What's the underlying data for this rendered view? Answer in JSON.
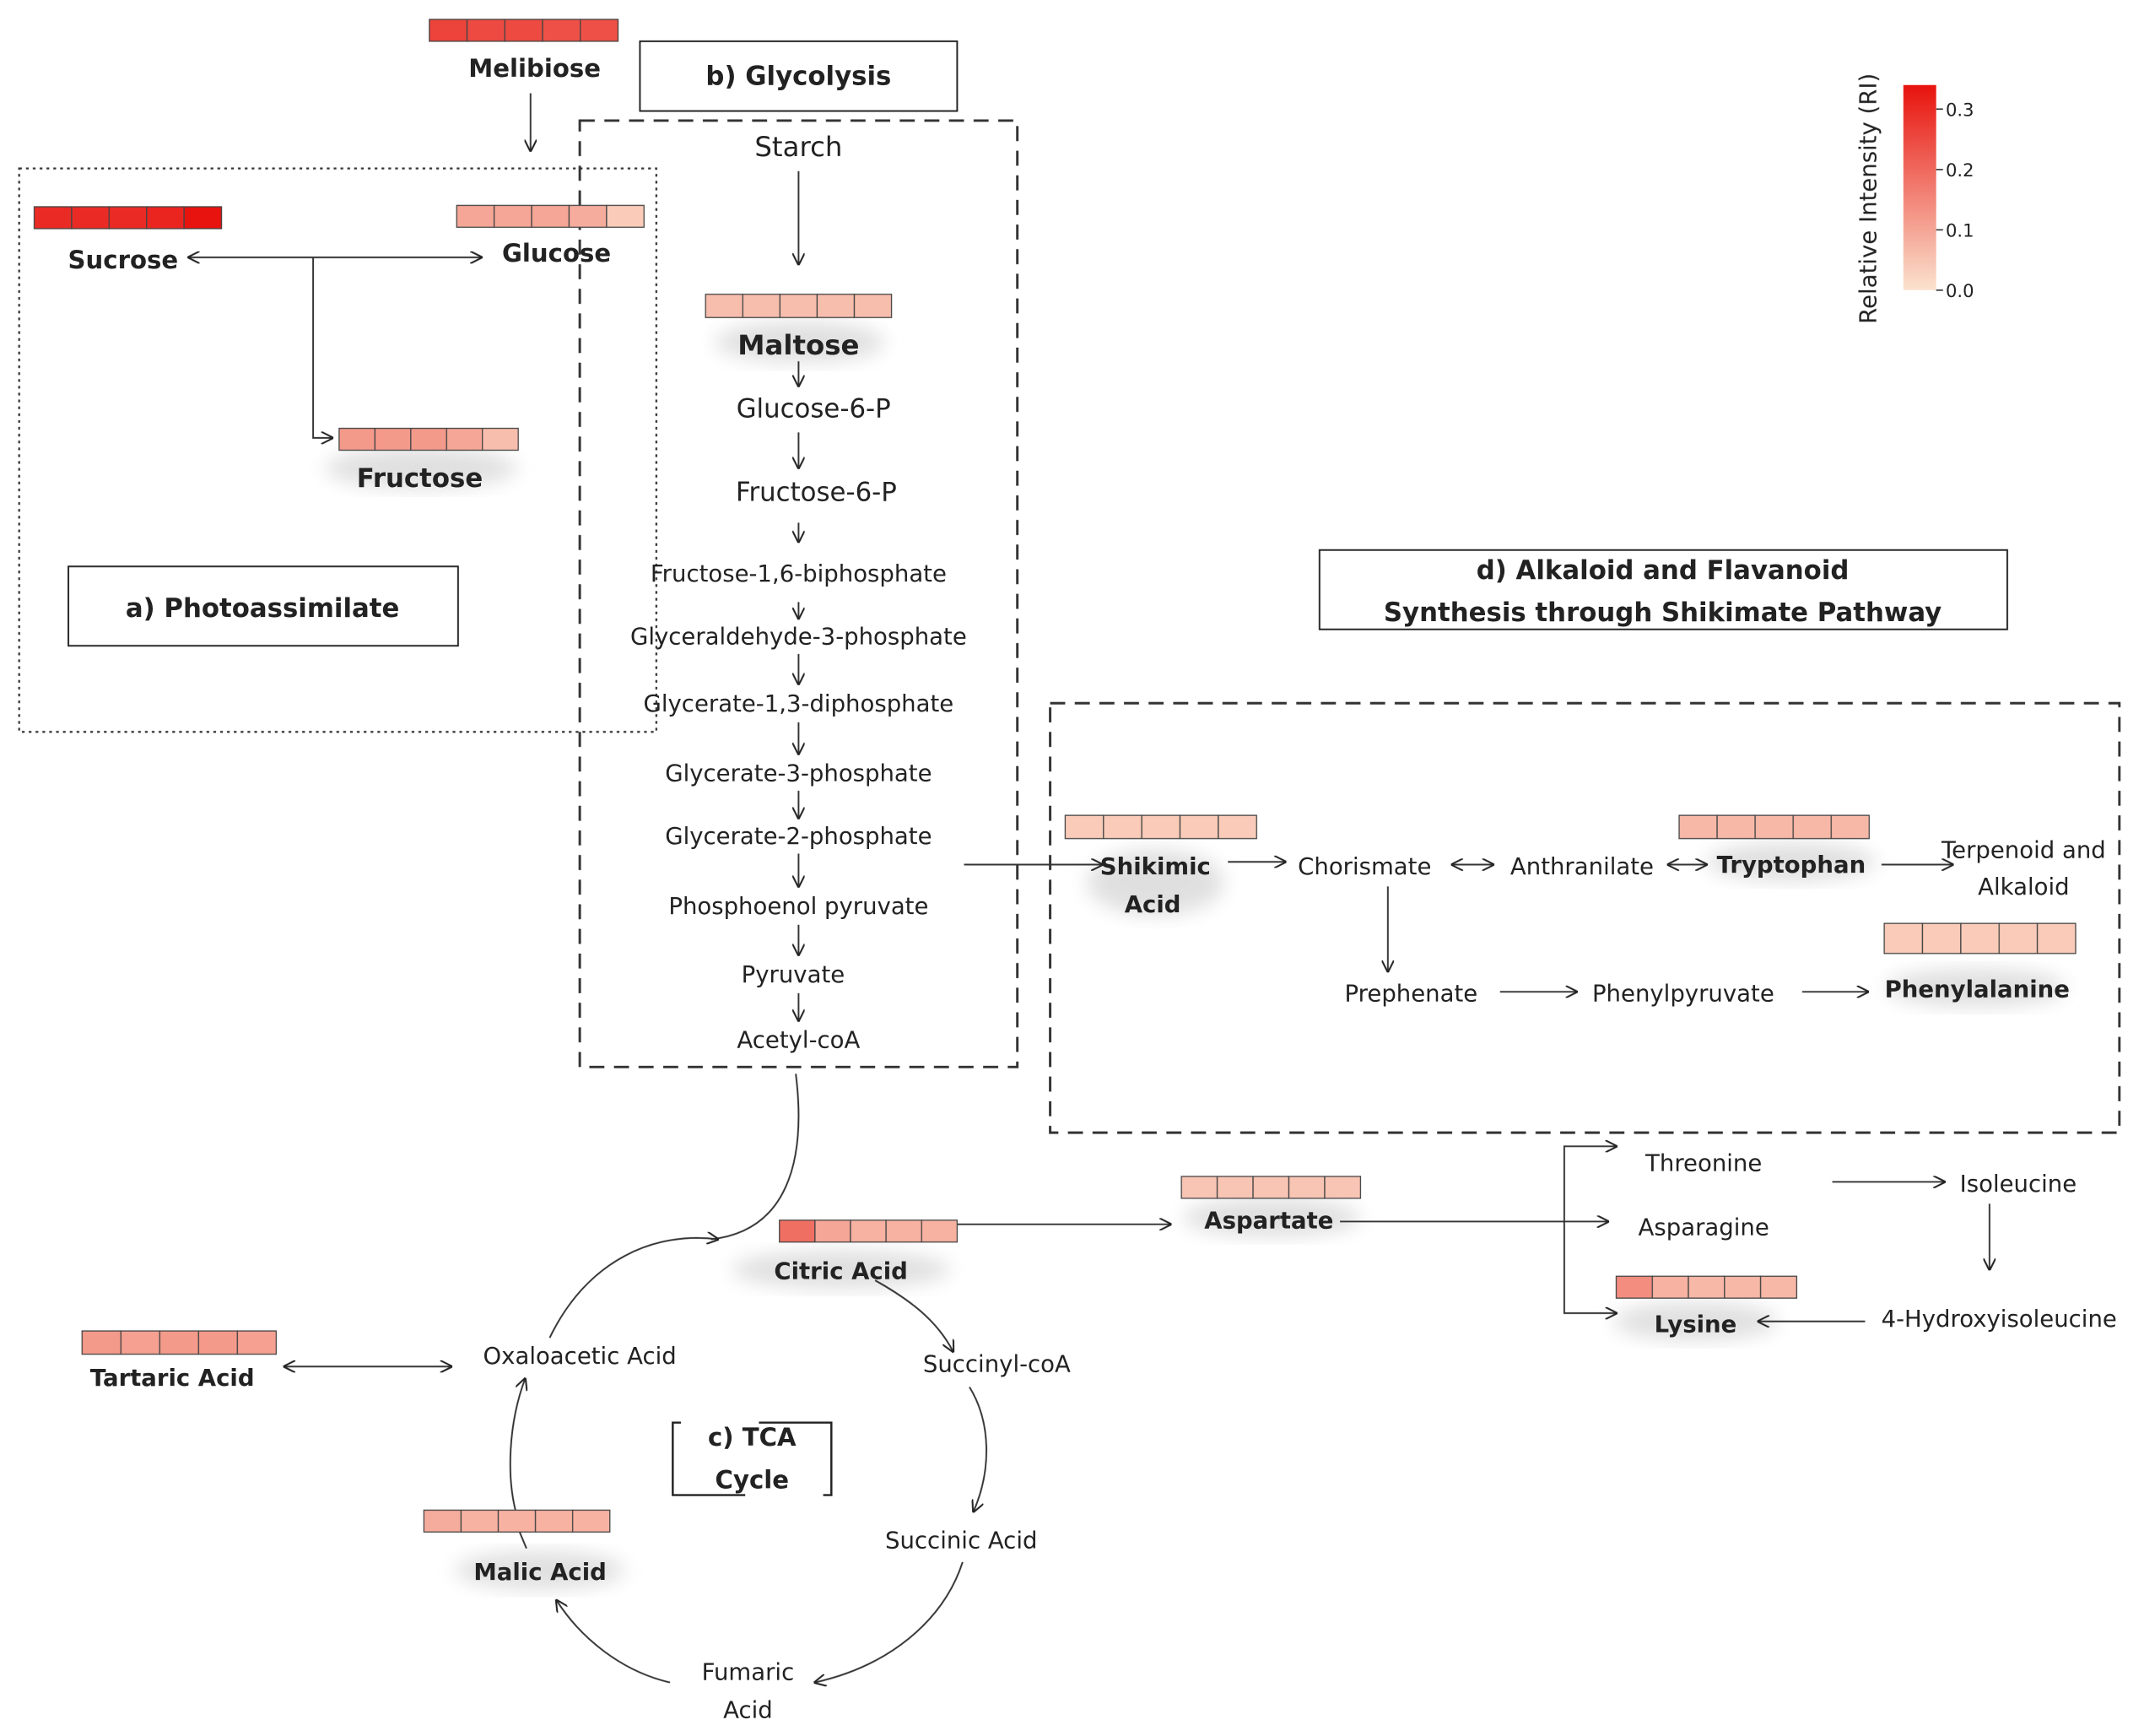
{
  "labels": {
    "melibiose": "Melibiose",
    "glycolysis_title": "b) Glycolysis",
    "starch": "Starch",
    "sucrose": "Sucrose",
    "glucose": "Glucose",
    "fructose": "Fructose",
    "maltose": "Maltose",
    "glucose_6p": "Glucose-6-P",
    "fructose_6p": "Fructose-6-P",
    "f16bp": "Fructose-1,6-biphosphate",
    "g3p_ald": "Glyceraldehyde-3-phosphate",
    "g13dp": "Glycerate-1,3-diphosphate",
    "g3p": "Glycerate-3-phosphate",
    "g2p": "Glycerate-2-phosphate",
    "pep": "Phosphoenol pyruvate",
    "pyruvate": "Pyruvate",
    "acetylcoa": "Acetyl-coA",
    "photoassimilate_title": "a) Photoassimilate",
    "shikimate_title_1": "d) Alkaloid and Flavanoid",
    "shikimate_title_2": "Synthesis  through Shikimate Pathway",
    "shikimic_1": "Shikimic",
    "shikimic_2": "Acid",
    "chorismate": "Chorismate",
    "anthranilate": "Anthranilate",
    "tryptophan": "Tryptophan",
    "terpenoid_1": "Terpenoid and",
    "terpenoid_2": "Alkaloid",
    "prephenate": "Prephenate",
    "phenylpyruvate": "Phenylpyruvate",
    "phenylalanine": "Phenylalanine",
    "threonine": "Threonine",
    "isoleucine": "Isoleucine",
    "asparagine": "Asparagine",
    "aspartate": "Aspartate",
    "lysine": "Lysine",
    "hydroxyisoleucine": "4-Hydroxyisoleucine",
    "citric_acid": "Citric Acid",
    "tartaric_acid": "Tartaric Acid",
    "oxaloacetic_acid": "Oxaloacetic Acid",
    "succinyl_coa": "Succinyl-coA",
    "tca_1": "c) TCA",
    "tca_2": "Cycle",
    "malic_acid": "Malic Acid",
    "succinic_acid": "Succinic Acid",
    "fumaric_1": "Fumaric",
    "fumaric_2": "Acid"
  },
  "legend": {
    "title": "Relative Intensity (RI)",
    "ticks": [
      "0.0",
      "0.1",
      "0.2",
      "0.3"
    ],
    "tick_values": [
      0.0,
      0.1,
      0.2,
      0.3
    ],
    "min": 0.0,
    "max": 0.34,
    "color_low": "#fbe3cf",
    "color_high": "#e8130e"
  },
  "heatmaps": {
    "melibiose": [
      0.26,
      0.25,
      0.25,
      0.24,
      0.24
    ],
    "sucrose": [
      0.3,
      0.3,
      0.3,
      0.31,
      0.34
    ],
    "glucose": [
      0.1,
      0.1,
      0.1,
      0.09,
      0.04
    ],
    "fructose": [
      0.12,
      0.12,
      0.12,
      0.1,
      0.06
    ],
    "maltose": [
      0.06,
      0.06,
      0.06,
      0.06,
      0.06
    ],
    "shikimic_acid": [
      0.04,
      0.04,
      0.04,
      0.04,
      0.04
    ],
    "tryptophan": [
      0.07,
      0.07,
      0.07,
      0.07,
      0.07
    ],
    "phenylalanine": [
      0.04,
      0.04,
      0.04,
      0.04,
      0.04
    ],
    "aspartate": [
      0.05,
      0.05,
      0.05,
      0.05,
      0.05
    ],
    "citric_acid": [
      0.19,
      0.1,
      0.08,
      0.08,
      0.08
    ],
    "tartaric_acid": [
      0.12,
      0.11,
      0.12,
      0.12,
      0.11
    ],
    "malic_acid": [
      0.09,
      0.08,
      0.08,
      0.08,
      0.08
    ],
    "lysine": [
      0.14,
      0.08,
      0.07,
      0.07,
      0.07
    ]
  }
}
